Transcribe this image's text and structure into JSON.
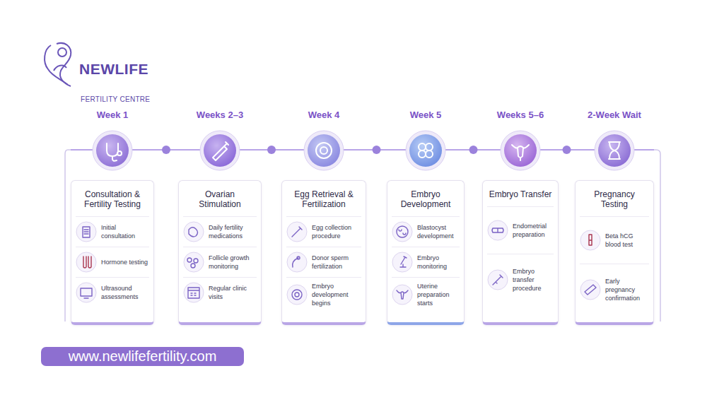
{
  "diagram": {
    "nodes": [
      {
        "text": [
          "Week 1",
          "Consultation & Fertility Testing",
          "Initial consultation",
          "Hormone testing",
          "Ultrasound assessments"
        ]
      },
      {
        "text": [
          "Weeks 2–3",
          "Ovarian Stimulation",
          "Daily fertility medications",
          "Follicle growth monitoring",
          "Regular clinic visits"
        ]
      },
      {
        "text": [
          "Week 4",
          "Egg Retrieval & Fertilization",
          "Egg collection procedure",
          "Donor sperm fertilization",
          "Embryo development begins"
        ]
      },
      {
        "text": [
          "Week 5",
          "Embryo Development",
          "Blastocyst development",
          "Embryo monitoring",
          "Uterine preparation starts"
        ]
      },
      {
        "text": [
          "Weeks 5–6",
          "Embryo Transfer",
          "Endometrial preparation",
          "Embryo transfer procedure"
        ]
      },
      {
        "text": [
          "2-Week Wait",
          "Pregnancy Testing",
          "Beta hCG blood test",
          "Early pregnancy confirmation"
        ]
      },
      {
        "text": [
          "www.newlifefertility.com"
        ]
      }
    ],
    "edges": [
      {
        "from": 0,
        "to": 1,
        "arrow": "none"
      },
      {
        "from": 1,
        "to": 2,
        "arrow": "none"
      },
      {
        "from": 2,
        "to": 3,
        "arrow": "none"
      },
      {
        "from": 3,
        "to": 4,
        "arrow": "none"
      },
      {
        "from": 4,
        "to": 5,
        "arrow": "none"
      }
    ],
    "labels": [
      "NEWLIFE",
      "FERTILITY CENTRE"
    ]
  }
}
